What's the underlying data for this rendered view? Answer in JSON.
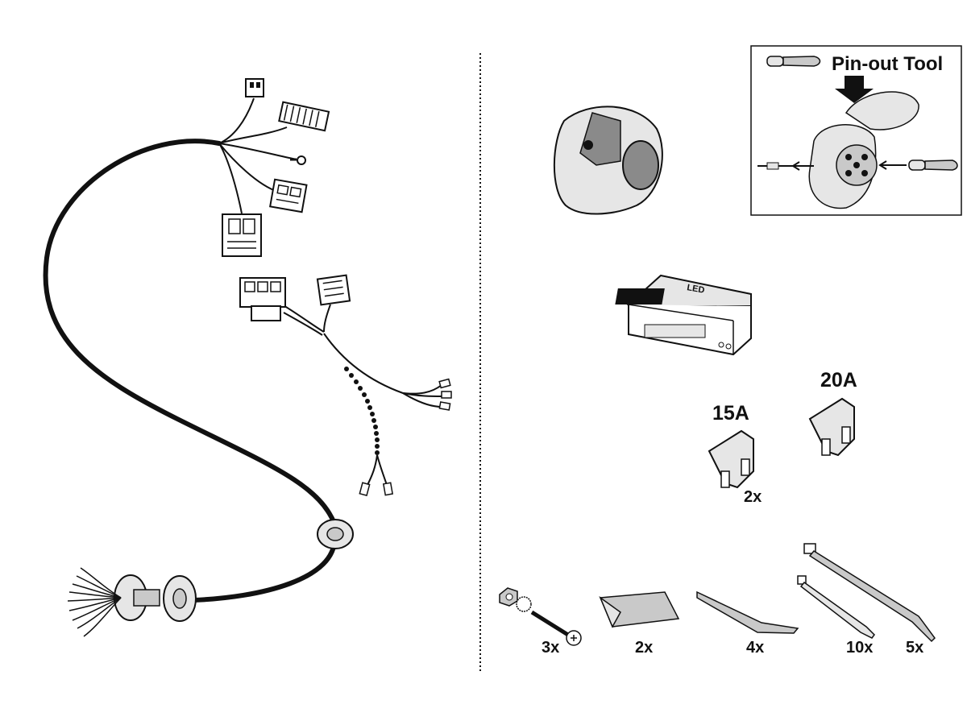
{
  "pinout": {
    "title": "Pin-out Tool"
  },
  "module": {
    "led_text": "LED"
  },
  "fuses": {
    "small": {
      "rating": "15A",
      "quantity": "2x"
    },
    "large": {
      "rating": "20A"
    }
  },
  "parts": {
    "screws": {
      "quantity": "3x"
    },
    "pads": {
      "quantity": "2x"
    },
    "strips": {
      "quantity": "4x"
    },
    "small_ties": {
      "quantity": "10x"
    },
    "large_ties": {
      "quantity": "5x"
    }
  },
  "colors": {
    "line": "#111111",
    "fill_light": "#e6e6e6",
    "fill_mid": "#c9c9c9",
    "fill_dark": "#8a8a8a"
  }
}
